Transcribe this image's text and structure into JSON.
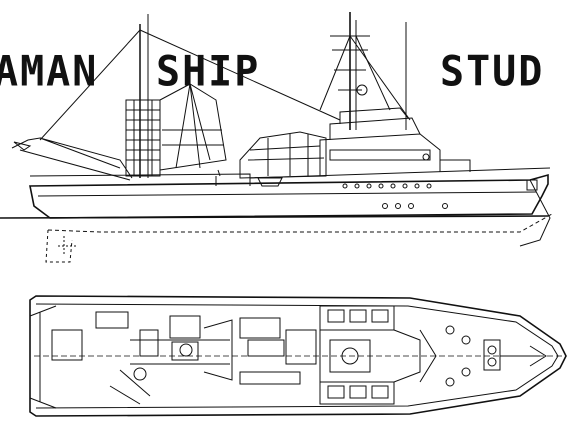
{
  "title": {
    "word1": "AMAN",
    "word2": "SHIP",
    "word3": "STUD"
  },
  "colors": {
    "ink": "#111111",
    "paper": "#ffffff"
  },
  "views": [
    "side-elevation",
    "deck-plan"
  ]
}
